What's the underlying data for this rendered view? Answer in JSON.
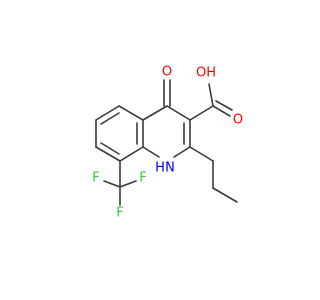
{
  "molecule": {
    "atoms": {
      "O_keto": "O",
      "O_hydroxyl": "OH",
      "O_carbonyl": "O",
      "N": "H",
      "N_label": "N",
      "F1": "F",
      "F2": "F",
      "F3": "F"
    },
    "colors": {
      "oxygen": "#ff0000",
      "nitrogen": "#0000ff",
      "fluorine": "#33cc33",
      "bond": "#3a3a3a"
    }
  }
}
